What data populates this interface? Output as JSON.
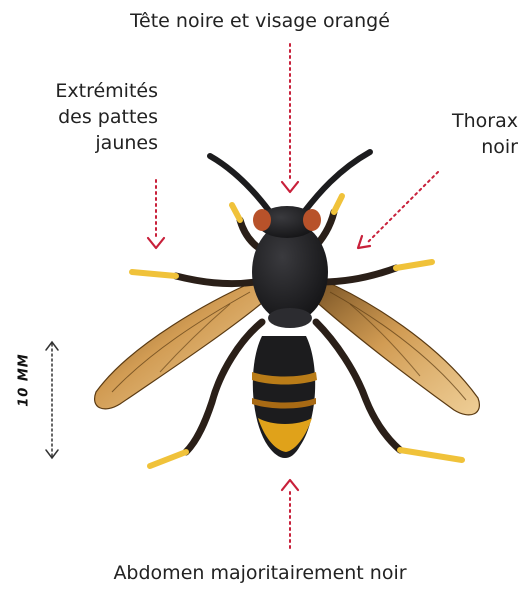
{
  "labels": {
    "head": "Tête noire et visage orangé",
    "legs": [
      "Extrémités",
      "des pattes",
      "jaunes"
    ],
    "thorax": [
      "Thorax",
      "noir"
    ],
    "abdomen": "Abdomen majoritairement noir"
  },
  "scale": {
    "text": "10 MM"
  },
  "colors": {
    "arrow": "#c8203a",
    "body_black": "#1c1c1e",
    "abdomen_band": "#e0a21a",
    "leg_yellow": "#f0c23a",
    "wing": "#c98a35",
    "face_orange": "#b8522a"
  },
  "icons": [
    "arrow-down-icon",
    "arrow-up-icon",
    "double-arrow-icon"
  ]
}
